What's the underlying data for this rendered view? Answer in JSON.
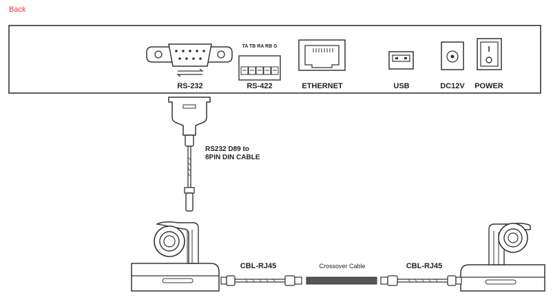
{
  "nav": {
    "back_label": "Back"
  },
  "panel": {
    "ports": {
      "rs232": "RS-232",
      "rs422": "RS-422",
      "rs422_pins": "TA TB RA RB G",
      "ethernet": "ETHERNET",
      "usb": "USB",
      "dc12v": "DC12V",
      "power": "POWER"
    }
  },
  "cables": {
    "rs232_line1": "RS232 D89 to",
    "rs232_line2": "8PIN DIN CABLE",
    "rj45_left": "CBL-RJ45",
    "crossover": "Crossover Cable",
    "rj45_right": "CBL-RJ45"
  },
  "colors": {
    "accent": "#e8334a",
    "stroke": "#333333",
    "panel_fill": "#ffffff"
  }
}
